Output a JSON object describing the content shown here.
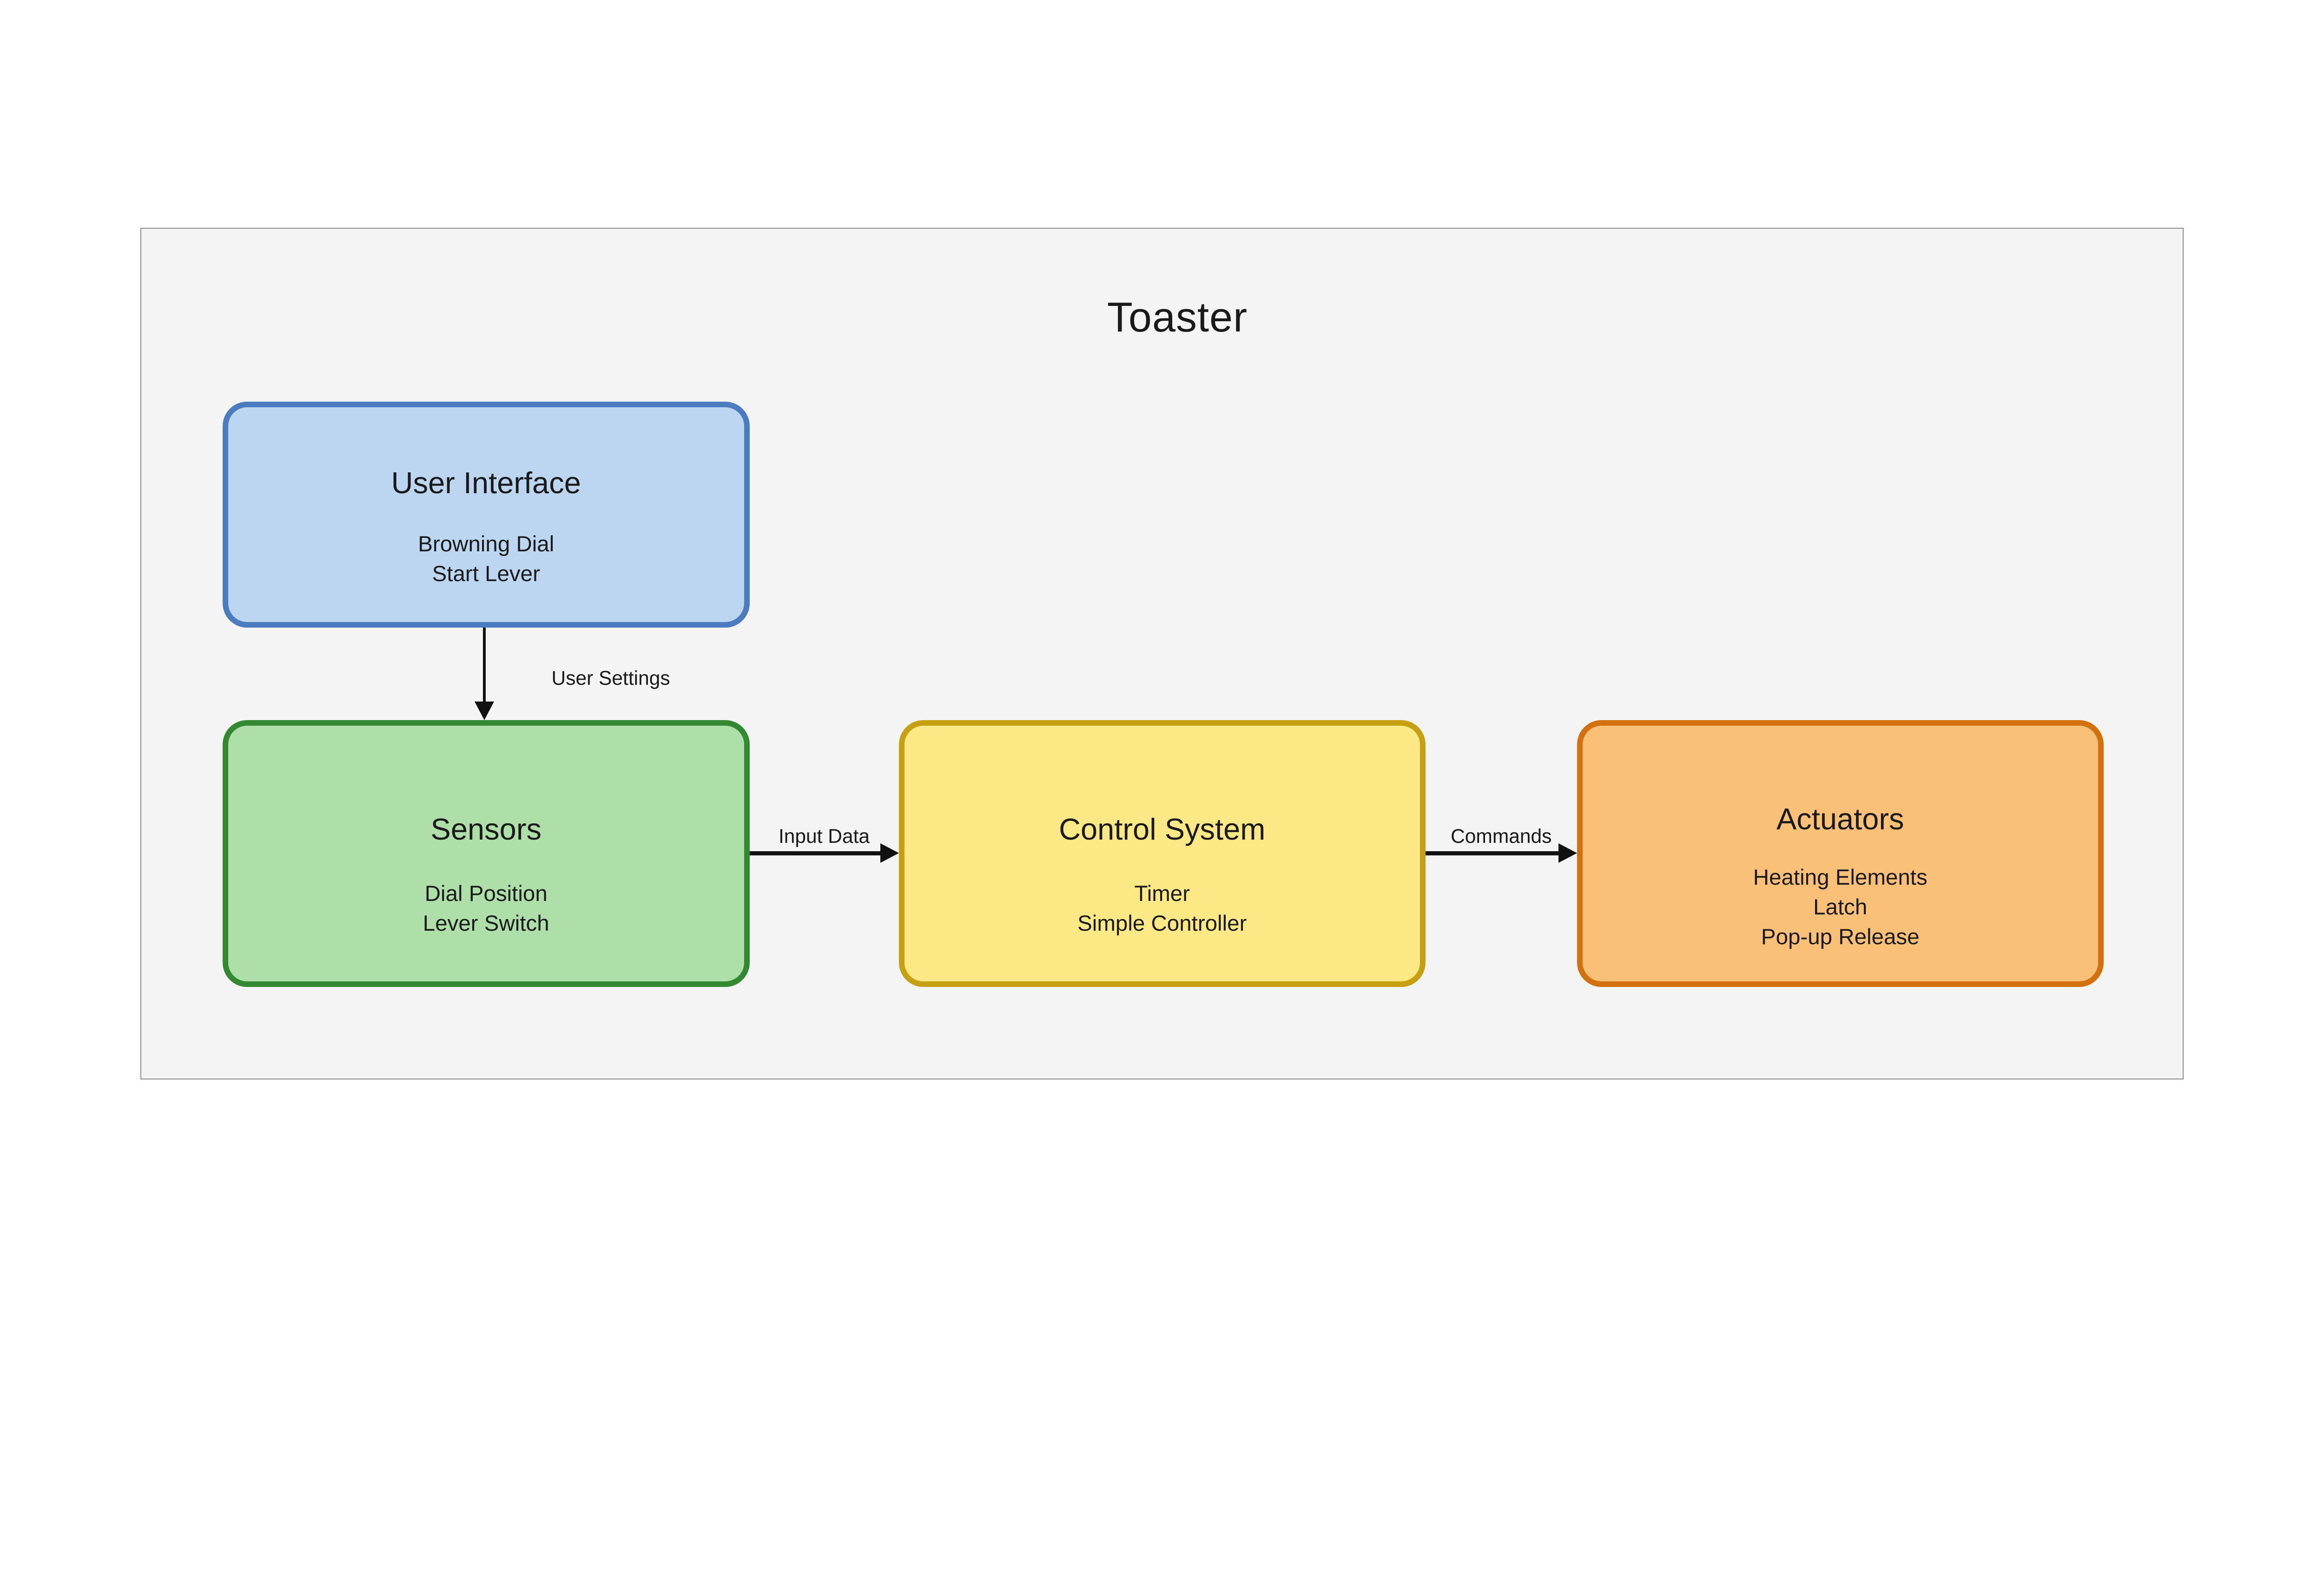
{
  "diagram": {
    "title": "Toaster",
    "canvas": {
      "fill": "#f4f4f4",
      "border_color": "#8c8c8c"
    },
    "text_color": "#1a1a1a",
    "arrow_color": "#111111",
    "nodes": [
      {
        "id": "user-interface",
        "title": "User Interface",
        "items": [
          "Browning Dial",
          "Start Lever"
        ],
        "fill": "#bcd6f1",
        "stroke": "#4b7cbf"
      },
      {
        "id": "sensors",
        "title": "Sensors",
        "items": [
          "Dial Position",
          "Lever Switch"
        ],
        "fill": "#aedfa9",
        "stroke": "#328932"
      },
      {
        "id": "control-system",
        "title": "Control System",
        "items": [
          "Timer",
          "Simple Controller"
        ],
        "fill": "#fce885",
        "stroke": "#c7a012"
      },
      {
        "id": "actuators",
        "title": "Actuators",
        "items": [
          "Heating Elements",
          "Latch",
          "Pop-up Release"
        ],
        "fill": "#fbc078",
        "stroke": "#d2710d"
      }
    ],
    "edges": [
      {
        "from": "user-interface",
        "to": "sensors",
        "label": "User Settings"
      },
      {
        "from": "sensors",
        "to": "control-system",
        "label": "Input Data"
      },
      {
        "from": "control-system",
        "to": "actuators",
        "label": "Commands"
      }
    ]
  }
}
